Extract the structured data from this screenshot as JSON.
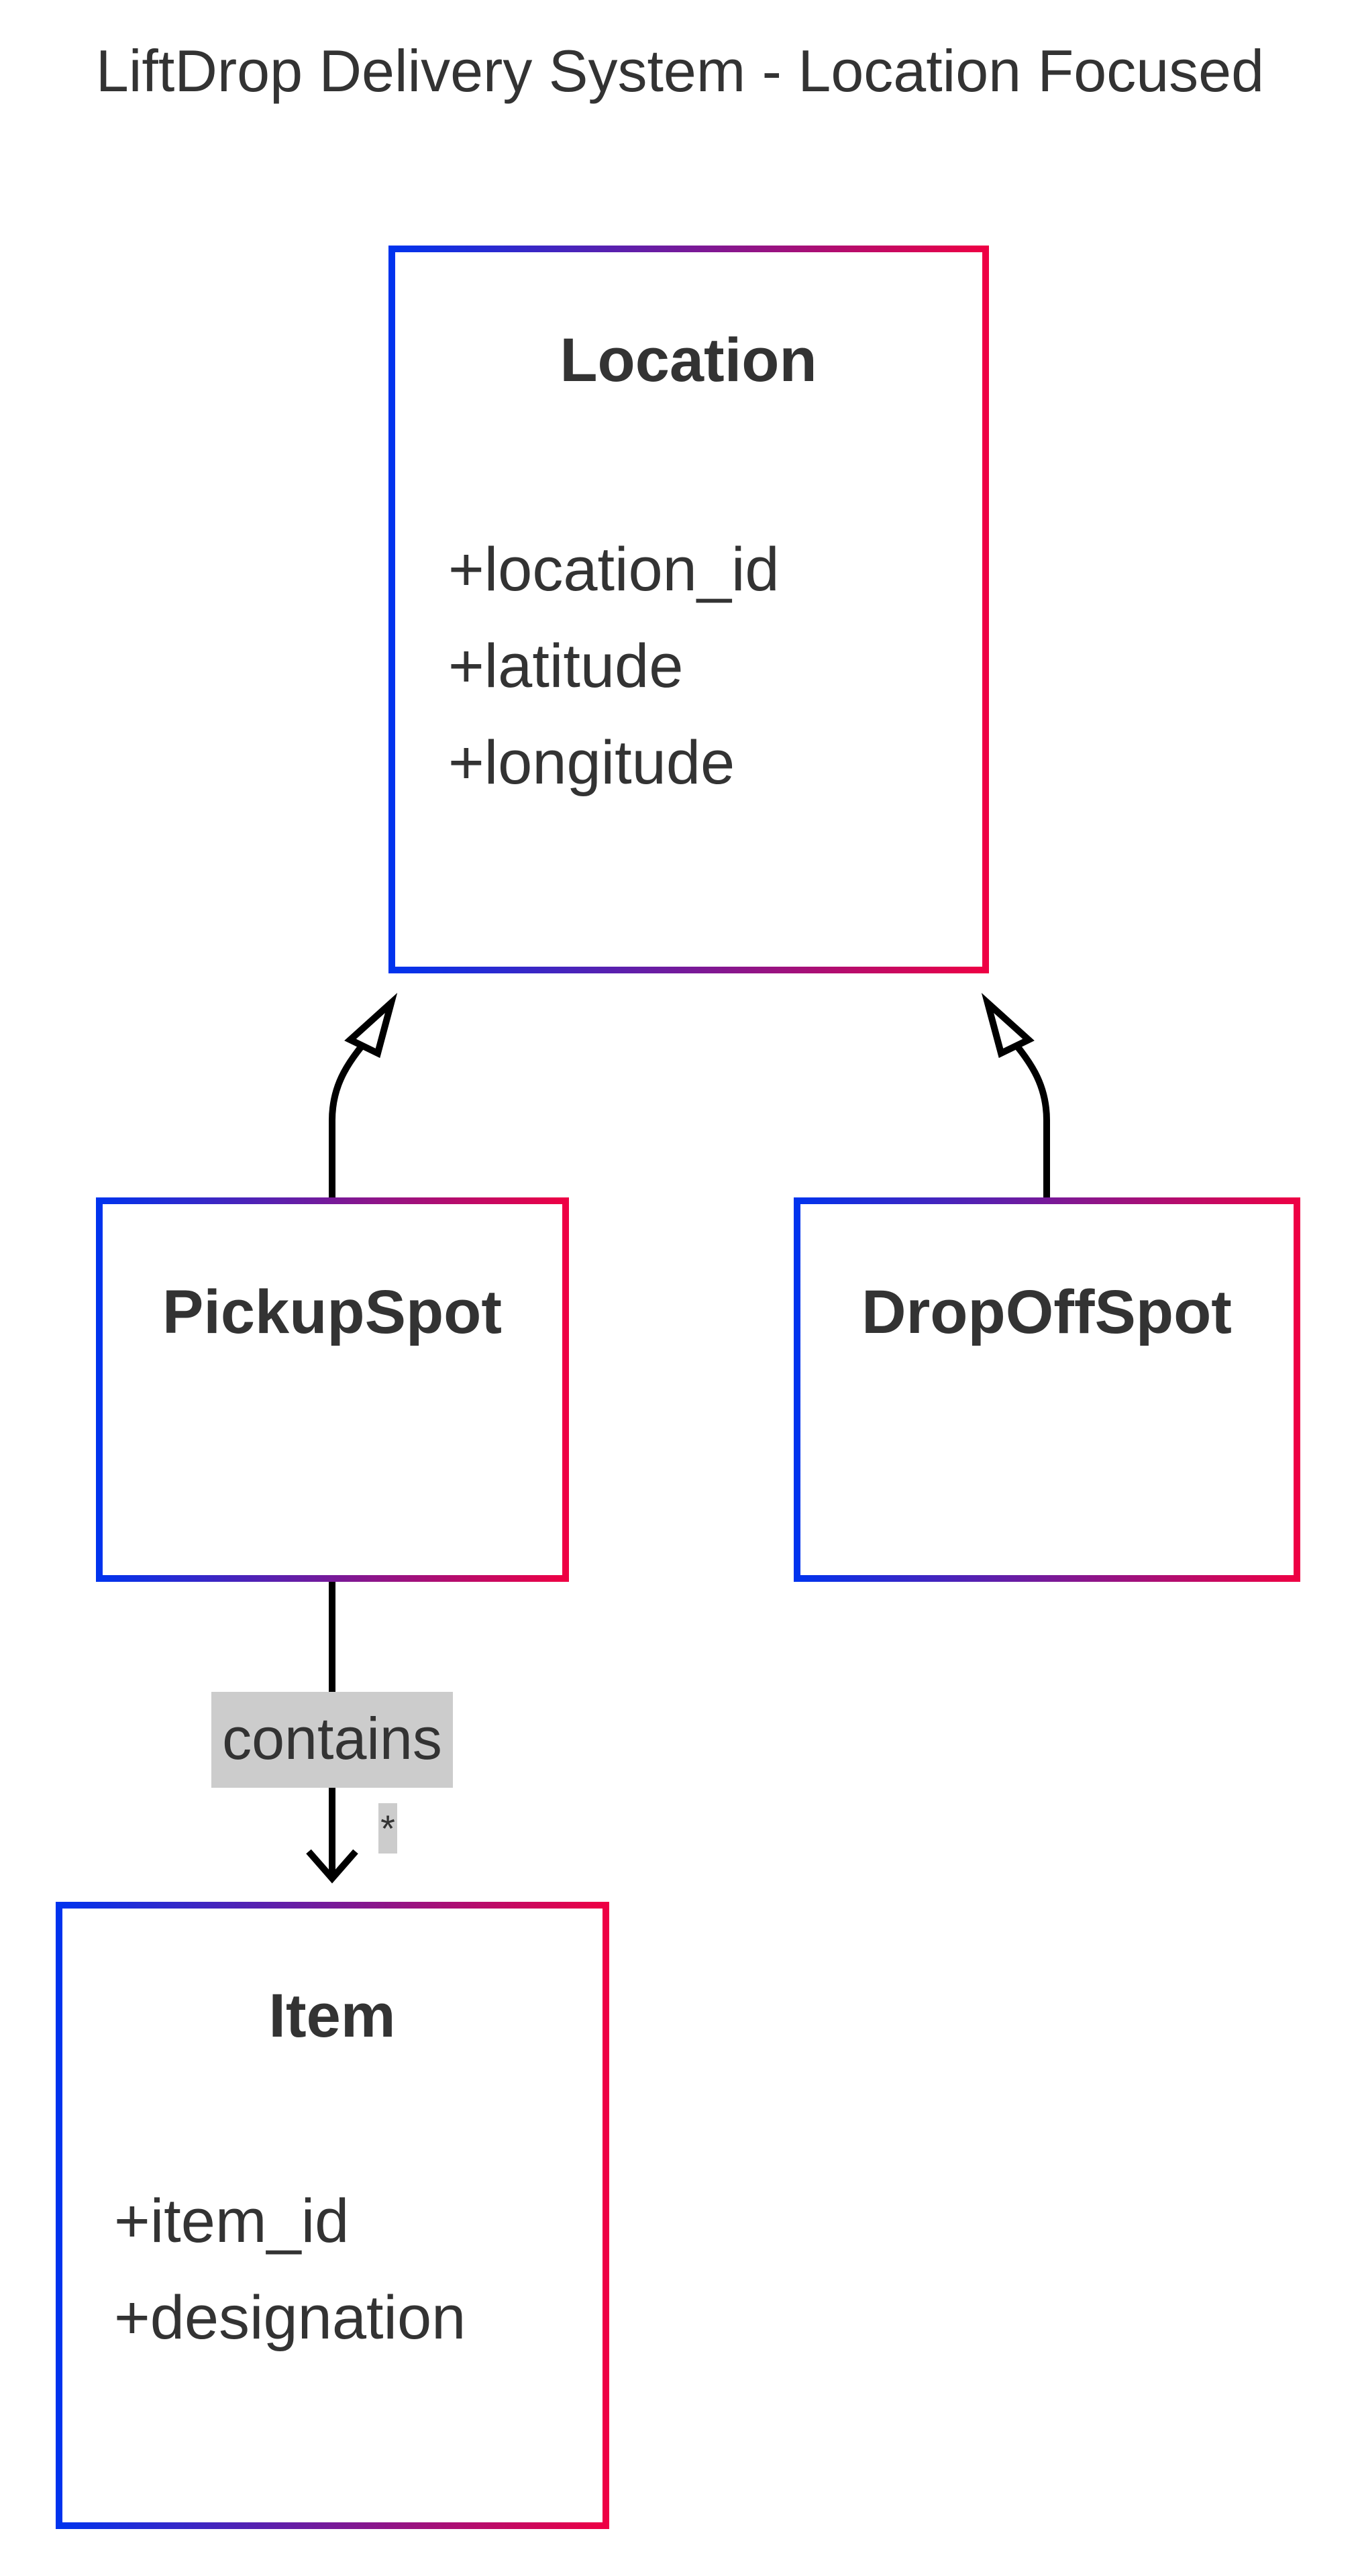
{
  "diagram": {
    "title": "LiftDrop Delivery System - Location Focused",
    "classes": {
      "location": {
        "name": "Location",
        "attributes": [
          "+location_id",
          "+latitude",
          "+longitude"
        ]
      },
      "pickup": {
        "name": "PickupSpot",
        "attributes": []
      },
      "dropoff": {
        "name": "DropOffSpot",
        "attributes": []
      },
      "item": {
        "name": "Item",
        "attributes": [
          "+item_id",
          "+designation"
        ]
      }
    },
    "relations": {
      "pickup_inherits": {
        "from": "PickupSpot",
        "to": "Location",
        "type": "inheritance"
      },
      "dropoff_inherits": {
        "from": "DropOffSpot",
        "to": "Location",
        "type": "inheritance"
      },
      "contains": {
        "from": "PickupSpot",
        "to": "Item",
        "type": "association",
        "label": "contains",
        "multiplicity": "*"
      }
    },
    "colors": {
      "border_start": "#0033ee",
      "border_end": "#ee0044",
      "text": "#333333",
      "line": "#000000",
      "label_bg": "#cccccc"
    }
  }
}
